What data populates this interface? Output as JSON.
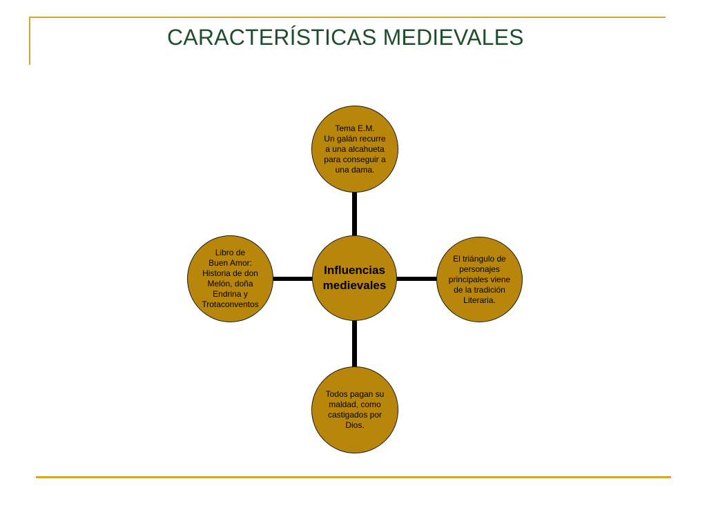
{
  "slide": {
    "title": "CARACTERÍSTICAS MEDIEVALES"
  },
  "diagram": {
    "center": "Influencias\nmedievales",
    "top": "Tema E.M.\nUn galán recurre\na una alcahueta\npara conseguir a\nuna dama.",
    "right": "El triángulo de\npersonajes\nprincipales viene\nde la tradición\nLiteraria.",
    "bottom": "Todos pagan su\nmaldad, como\ncastigados por\nDios.",
    "left": "Libro de\nBuen Amor:\nHistoria de don\nMelón, doña\nEndrina y\nTrotaconventos"
  },
  "colors": {
    "node_fill": "#b8860b",
    "frame": "#d4a72c",
    "title": "#1f4e2a",
    "connector": "#000000"
  }
}
